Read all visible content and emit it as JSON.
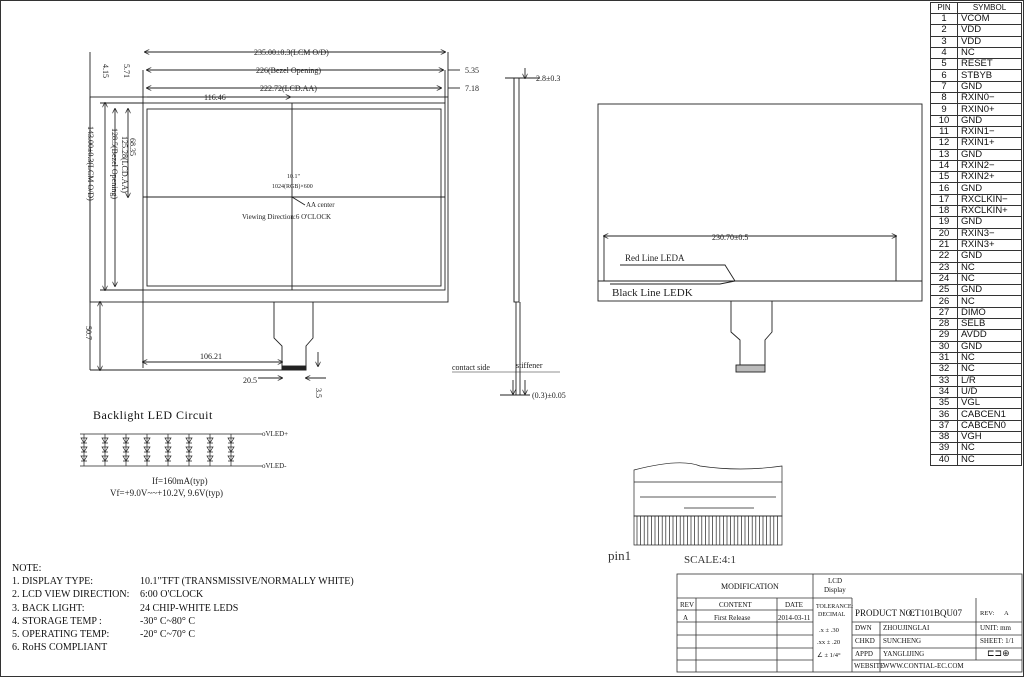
{
  "dimensions": {
    "lcm_width": "235.00±0.3(LCM O/D)",
    "bezel_width": "226(Bezel Opening)",
    "aa_width": "222.72(LCD.AA)",
    "aa_center_x": "116.46",
    "offset_left_1": "4.15",
    "offset_left_2": "5.71",
    "offset_right_1": "5.35",
    "offset_right_2": "7.18",
    "lcm_height": "143.00±0.3(LCM O/D)",
    "bezel_height": "128.5(Bezel Opening)",
    "aa_height": "125.28(LCD.AA)",
    "aa_center_y": "68.35",
    "fpc_length": "50.7",
    "fpc_x": "106.21",
    "fpc_width": "20.5",
    "fpc_tail": "3.5",
    "thickness": "2.8±0.3",
    "stiffener_thickness": "(0.3)±0.05",
    "backlight_width": "230.70±0.5"
  },
  "panel": {
    "size": "10.1\"",
    "resolution": "1024(RGB)×600",
    "aa_center_label": "AA center",
    "viewing_direction": "Viewing Direction:6 O'CLOCK"
  },
  "side_view": {
    "contact_side": "contact side",
    "stiffener": "stiffener"
  },
  "back_view": {
    "red_line": "Red Line LEDA",
    "black_line": "Black Line LEDK"
  },
  "led_circuit": {
    "title": "Backlight LED Circuit",
    "vled_plus": "oVLED+",
    "vled_minus": "oVLED-",
    "current": "If=160mA(typ)",
    "voltage": "Vf=+9.0V~~+10.2V, 9.6V(typ)"
  },
  "fpc_detail": {
    "pin_label": "pin1",
    "scale": "SCALE:4:1"
  },
  "pin_table": {
    "headers": [
      "PIN",
      "SYMBOL"
    ],
    "rows": [
      [
        "1",
        "VCOM"
      ],
      [
        "2",
        "VDD"
      ],
      [
        "3",
        "VDD"
      ],
      [
        "4",
        "NC"
      ],
      [
        "5",
        "RESET"
      ],
      [
        "6",
        "STBYB"
      ],
      [
        "7",
        "GND"
      ],
      [
        "8",
        "RXIN0−"
      ],
      [
        "9",
        "RXIN0+"
      ],
      [
        "10",
        "GND"
      ],
      [
        "11",
        "RXIN1−"
      ],
      [
        "12",
        "RXIN1+"
      ],
      [
        "13",
        "GND"
      ],
      [
        "14",
        "RXIN2−"
      ],
      [
        "15",
        "RXIN2+"
      ],
      [
        "16",
        "GND"
      ],
      [
        "17",
        "RXCLKIN−"
      ],
      [
        "18",
        "RXCLKIN+"
      ],
      [
        "19",
        "GND"
      ],
      [
        "20",
        "RXIN3−"
      ],
      [
        "21",
        "RXIN3+"
      ],
      [
        "22",
        "GND"
      ],
      [
        "23",
        "NC"
      ],
      [
        "24",
        "NC"
      ],
      [
        "25",
        "GND"
      ],
      [
        "26",
        "NC"
      ],
      [
        "27",
        "DIMO"
      ],
      [
        "28",
        "SELB"
      ],
      [
        "29",
        "AVDD"
      ],
      [
        "30",
        "GND"
      ],
      [
        "31",
        "NC"
      ],
      [
        "32",
        "NC"
      ],
      [
        "33",
        "L/R"
      ],
      [
        "34",
        "U/D"
      ],
      [
        "35",
        "VGL"
      ],
      [
        "36",
        "CABCEN1"
      ],
      [
        "37",
        "CABCEN0"
      ],
      [
        "38",
        "VGH"
      ],
      [
        "39",
        "NC"
      ],
      [
        "40",
        "NC"
      ]
    ]
  },
  "notes": {
    "title": "NOTE:",
    "items": [
      {
        "k": "1. DISPLAY TYPE:",
        "v": "10.1\"TFT (TRANSMISSIVE/NORMALLY WHITE)"
      },
      {
        "k": "2. LCD VIEW DIRECTION:",
        "v": "6:00  O'CLOCK"
      },
      {
        "k": "3. BACK LIGHT:",
        "v": "24  CHIP-WHITE LEDS"
      },
      {
        "k": "4. STORAGE TEMP :",
        "v": "-30° C~80° C"
      },
      {
        "k": "5. OPERATING TEMP:",
        "v": "-20° C~70° C"
      },
      {
        "k": "6. RoHS COMPLIANT",
        "v": ""
      }
    ]
  },
  "title_block": {
    "modification": "MODIFICATION",
    "lcd": "LCD",
    "display": "Display",
    "rev_h": "REV",
    "content_h": "CONTENT",
    "date_h": "DATE",
    "rev": "A",
    "content": "First Release",
    "date": "2014-03-11",
    "tolerance": "TOLERANCE:",
    "decimal": "DECIMAL",
    "tol1": ".x ± .30",
    "tol2": ".xx ± .20",
    "tol3": "∠ ± 1/4°",
    "product_label": "PRODUCT NO:",
    "product": "CT101BQU07",
    "rev_label": "REV:",
    "rev_value": "A",
    "dwn": "DWN",
    "dwn_name": "ZHOUJINGLAI",
    "chkd": "CHKD",
    "chkd_name": "SUNCHENG",
    "appd": "APPD",
    "appd_name": "YANGLIJING",
    "unit": "UNIT: mm",
    "sheet": "SHEET: 1/1",
    "website_label": "WEBSITE",
    "website": "WWW.CONTIAL-EC.COM"
  }
}
